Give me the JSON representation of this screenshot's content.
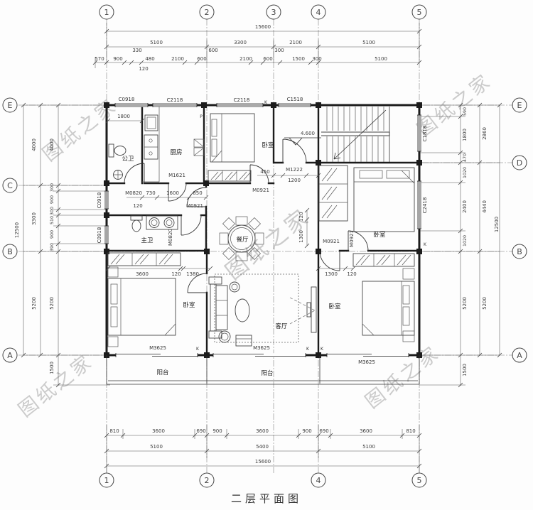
{
  "title": "二层平面图",
  "watermark": "图纸之家",
  "axes": {
    "top": [
      "1",
      "2",
      "3",
      "4",
      "5"
    ],
    "bottom": [
      "1",
      "2",
      "4",
      "5"
    ],
    "left": [
      "E",
      "C",
      "B",
      "A"
    ],
    "right": [
      "E",
      "D",
      "B",
      "A"
    ]
  },
  "dims": {
    "top": {
      "total": "15600",
      "major": [
        "5100",
        "3300",
        "2100",
        "5100"
      ],
      "minor": [
        "570",
        "900",
        "480",
        "2100",
        "600",
        "2100",
        "600",
        "1500",
        "300",
        "5100"
      ],
      "upper": [
        "330",
        "600",
        "300"
      ],
      "lower": [
        "120"
      ]
    },
    "bottom": {
      "minor": [
        "810",
        "3600",
        "690",
        "900",
        "3600",
        "900",
        "690",
        "3600",
        "810"
      ],
      "major": [
        "5100",
        "5400",
        "5100"
      ],
      "total": "15600"
    },
    "left": {
      "outer": "12500",
      "col": [
        "4000",
        "3300",
        "5200"
      ],
      "fine": [
        "4000",
        "300",
        "900",
        "300",
        "510",
        "900",
        "390",
        "5200",
        "1500"
      ]
    },
    "right": {
      "fine": [
        "590",
        "1800",
        "470",
        "1020",
        "2400",
        "1020",
        "5200",
        "1500"
      ],
      "col": [
        "2860",
        "4440",
        "5200"
      ],
      "outer": "12500"
    }
  },
  "interior": {
    "gongwei_w": "1800",
    "hall": [
      "M0820",
      "730",
      "1600",
      "850"
    ],
    "hall2": [
      "120",
      "M0921"
    ],
    "bed_top_door": "M0921",
    "foyer_off": "450",
    "foyer_door": "M1222",
    "foyer_w": "1200",
    "level": "4.600",
    "dining_v": [
      "120",
      "1300"
    ],
    "bedl": [
      "3600",
      "120",
      "1380"
    ],
    "bedr": [
      "1300",
      "120"
    ],
    "kitchen_door": "M1621",
    "bath_door": "M0820",
    "bedm_door": "M0921",
    "bedm_door_v": "M0921"
  },
  "windows": {
    "c0918_top": "C0918",
    "c2118_a": "C2118",
    "c2118_b": "C2118",
    "c1518": "C1518",
    "c1818": "C1818",
    "c2418": "C2418",
    "c0918_l1": "C0918",
    "c0918_l2": "C0918"
  },
  "doors": {
    "slide1": "M3625",
    "slide2": "M3625",
    "slide3": "M3625"
  },
  "markers": {
    "p": "P",
    "k1": "K",
    "k2": "K",
    "k3": "K",
    "k4": "K",
    "k5": "K"
  },
  "rooms": {
    "gongwei": "公卫",
    "kitchen": "厨房",
    "bed_top": "卧室",
    "bath": "主卫",
    "dining": "餐厅",
    "bed_mid": "卧室",
    "bed_left": "卧室",
    "living": "客厅",
    "bed_right": "卧室",
    "balcony_l": "阳台",
    "balcony_c": "阳台"
  }
}
